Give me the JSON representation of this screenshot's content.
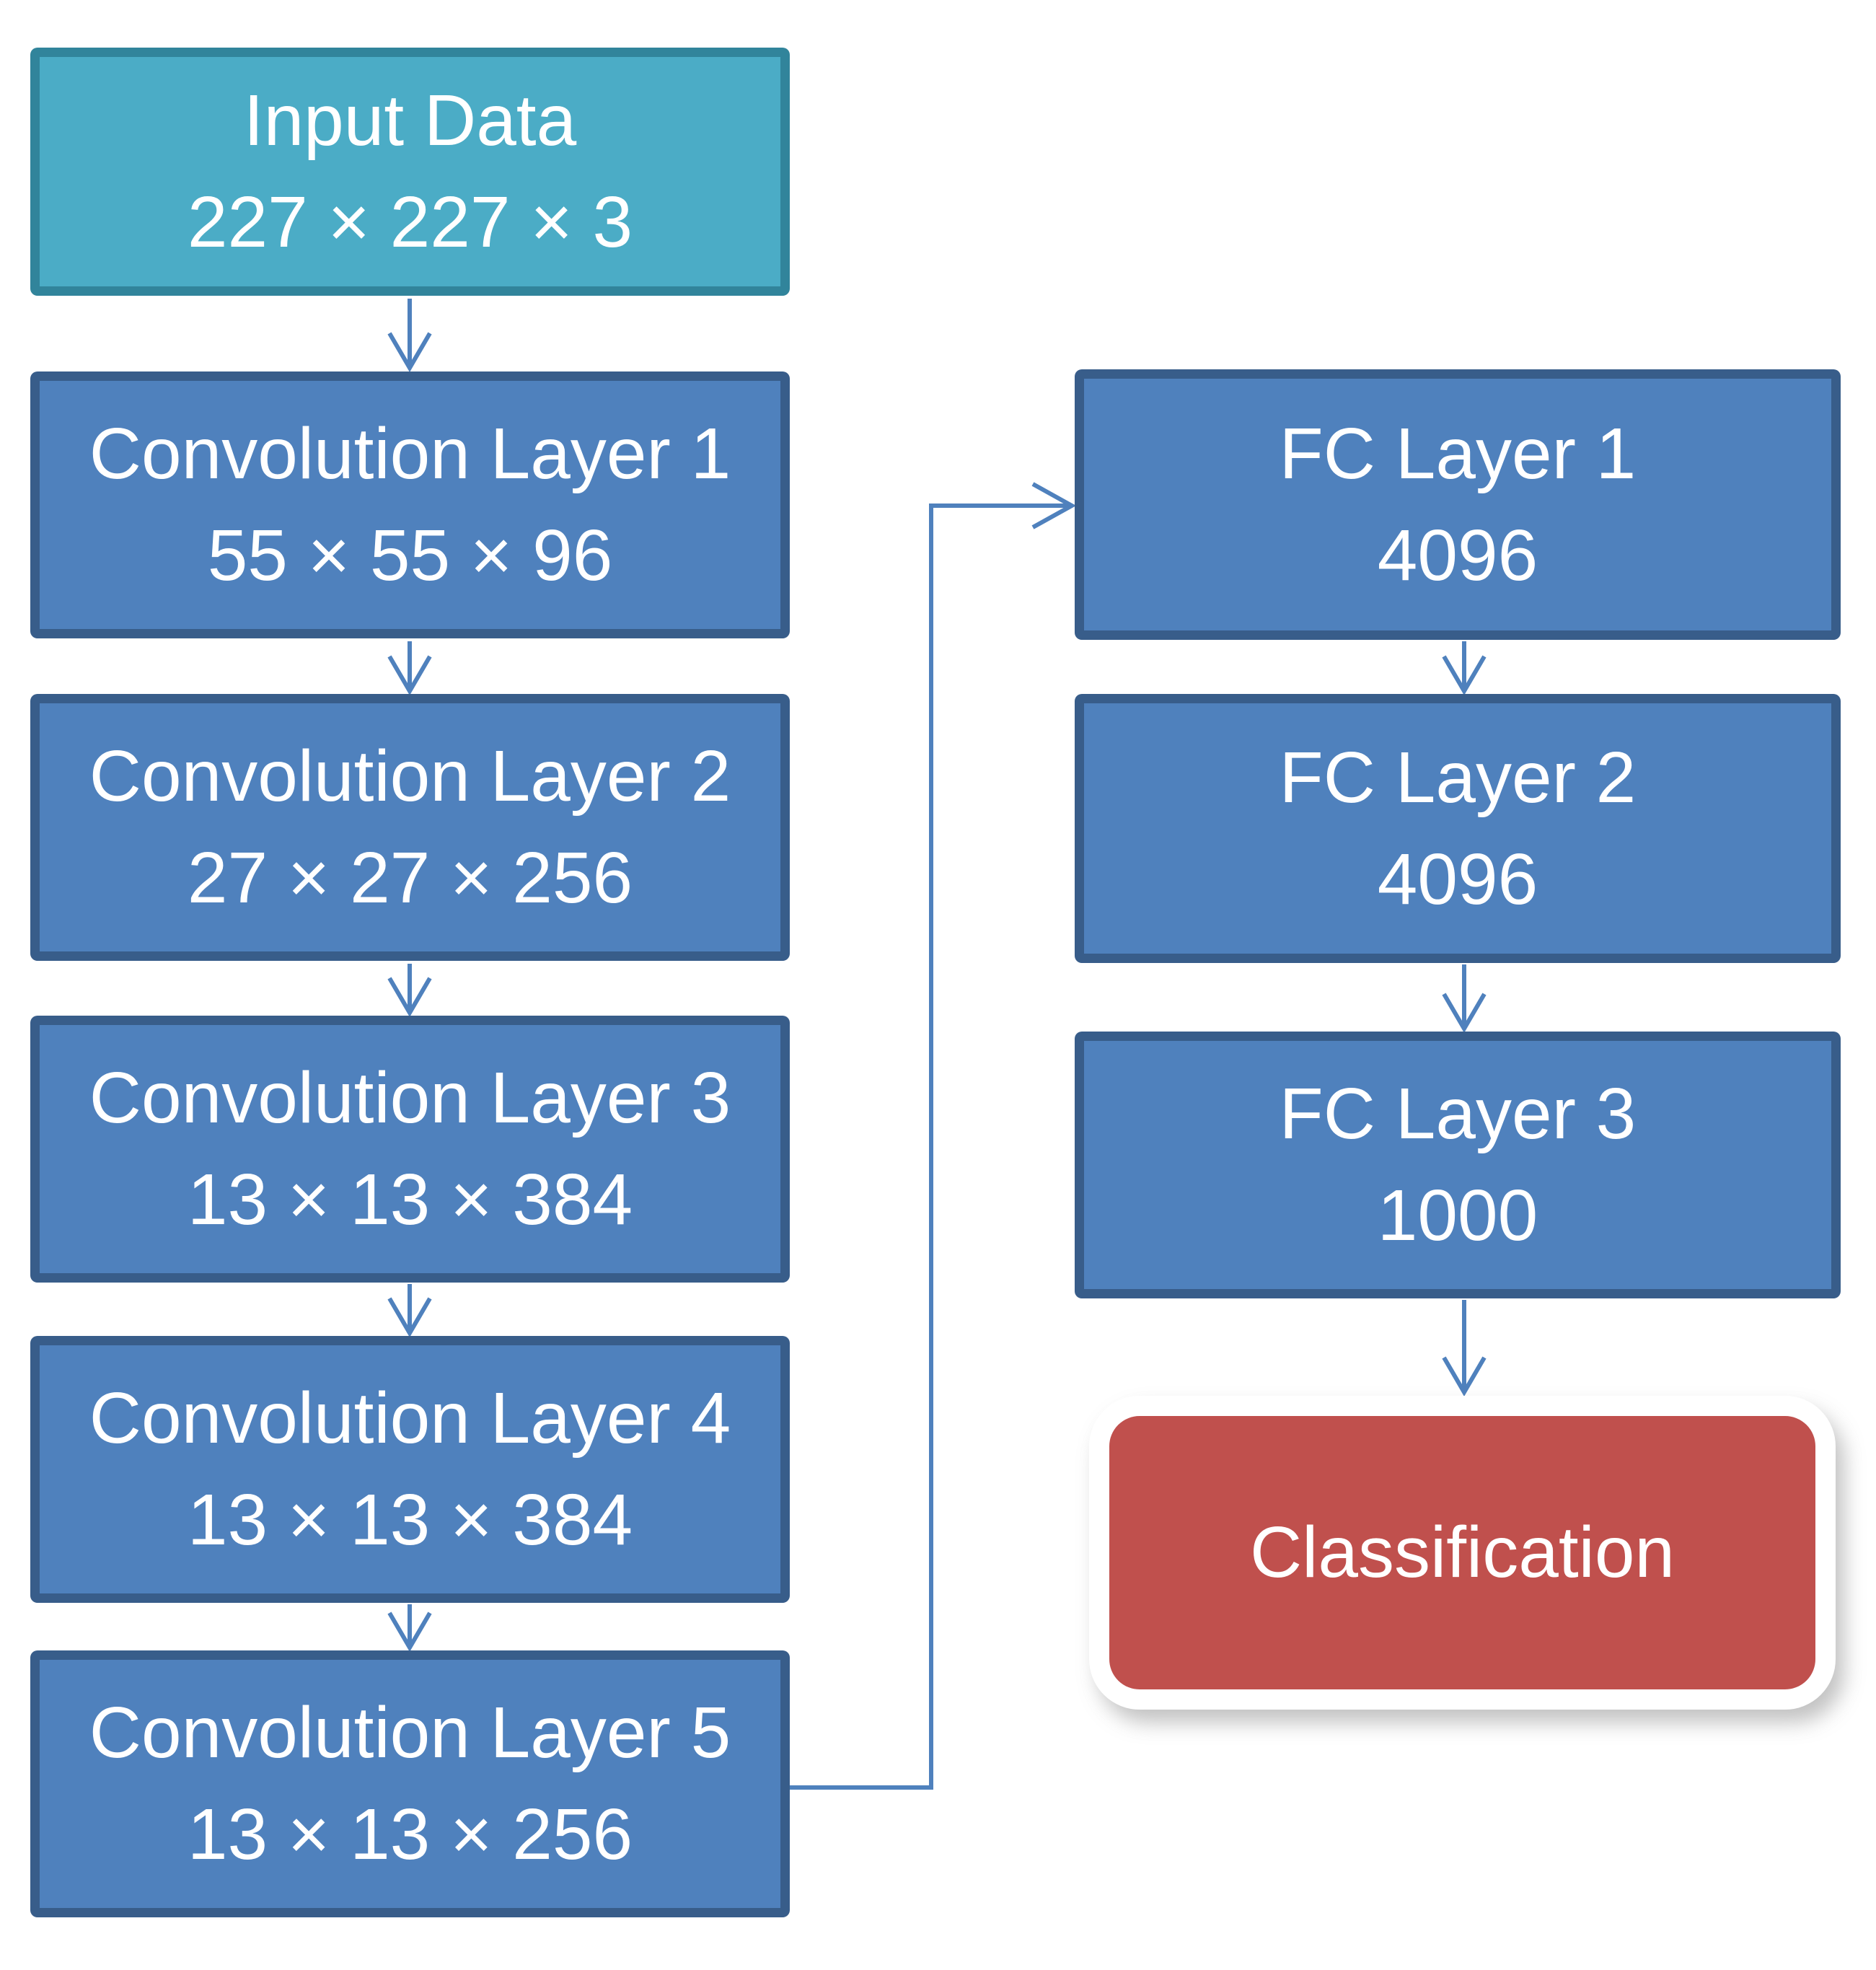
{
  "nodes": {
    "input": {
      "title": "Input Data",
      "dims": "227 × 227 × 3"
    },
    "conv1": {
      "title": "Convolution Layer 1",
      "dims": "55 × 55 × 96"
    },
    "conv2": {
      "title": "Convolution Layer 2",
      "dims": "27 × 27 × 256"
    },
    "conv3": {
      "title": "Convolution Layer 3",
      "dims": "13 × 13 × 384"
    },
    "conv4": {
      "title": "Convolution Layer 4",
      "dims": "13 × 13 × 384"
    },
    "conv5": {
      "title": "Convolution Layer 5",
      "dims": "13 × 13 × 256"
    },
    "fc1": {
      "title": "FC Layer 1",
      "dims": "4096"
    },
    "fc2": {
      "title": "FC Layer 2",
      "dims": "4096"
    },
    "fc3": {
      "title": "FC Layer 3",
      "dims": "1000"
    },
    "classification": {
      "title": "Classification"
    }
  },
  "connections": [
    {
      "from": "input",
      "to": "conv1"
    },
    {
      "from": "conv1",
      "to": "conv2"
    },
    {
      "from": "conv2",
      "to": "conv3"
    },
    {
      "from": "conv3",
      "to": "conv4"
    },
    {
      "from": "conv4",
      "to": "conv5"
    },
    {
      "from": "conv5",
      "to": "fc1"
    },
    {
      "from": "fc1",
      "to": "fc2"
    },
    {
      "from": "fc2",
      "to": "fc3"
    },
    {
      "from": "fc3",
      "to": "classification"
    }
  ],
  "colors": {
    "input_fill": "#4BACC6",
    "input_border": "#31849B",
    "layer_fill": "#4F81BD",
    "layer_border": "#385D8A",
    "output_fill": "#C0504D",
    "output_border": "#FFFFFF",
    "arrow": "#4F81BD",
    "text": "#FFFFFF",
    "background": "#FFFFFF"
  }
}
